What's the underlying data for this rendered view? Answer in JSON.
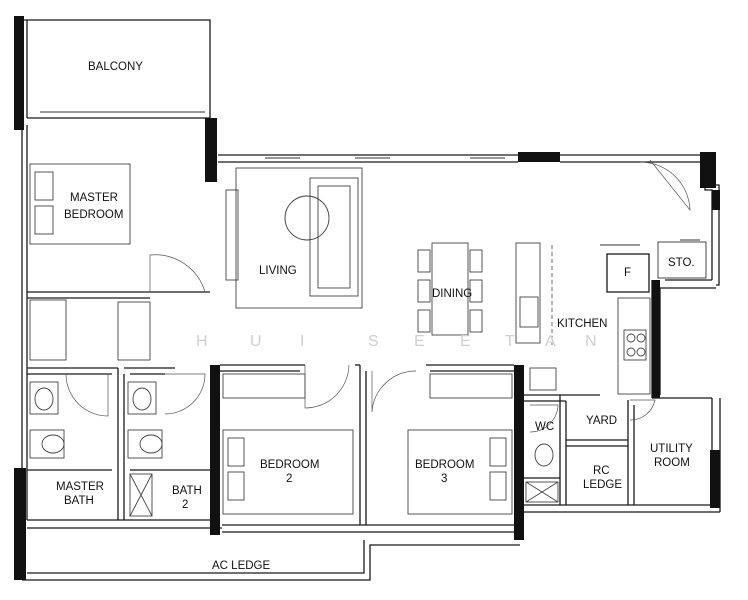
{
  "rooms": {
    "balcony": "BALCONY",
    "master_bedroom": [
      "MASTER",
      "BEDROOM"
    ],
    "living": "LIVING",
    "dining": "DINING",
    "kitchen": "KITCHEN",
    "store": "STO.",
    "fridge": "F",
    "master_bath": [
      "MASTER",
      "BATH"
    ],
    "bath_2": [
      "BATH",
      "2"
    ],
    "bedroom_2": [
      "BEDROOM",
      "2"
    ],
    "bedroom_3": [
      "BEDROOM",
      "3"
    ],
    "wc": "WC",
    "yard": "YARD",
    "utility_room": [
      "UTILITY",
      "ROOM"
    ],
    "rc_ledge": [
      "RC",
      "LEDGE"
    ],
    "ac_ledge": "AC LEDGE"
  },
  "watermark": {
    "letters": [
      "H",
      "U",
      "I",
      "S",
      "E",
      "E",
      "T",
      "A",
      "N"
    ]
  },
  "colors": {
    "wall": "#1a1a1a",
    "thick_wall": "#111111",
    "watermark": "#cfcfcf"
  }
}
